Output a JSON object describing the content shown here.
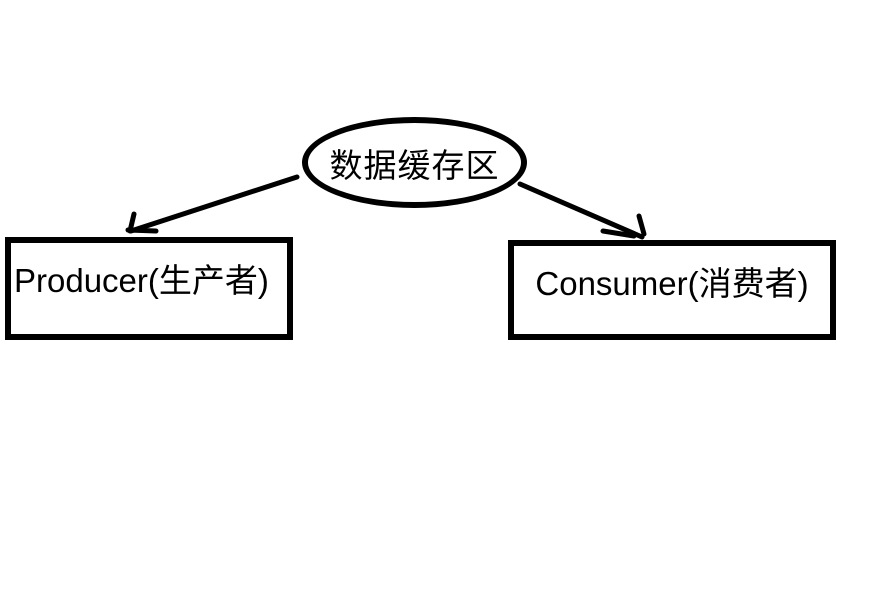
{
  "nodes": {
    "buffer": {
      "label": "数据缓存区",
      "shape": "ellipse"
    },
    "producer": {
      "label": "Producer(生产者)",
      "shape": "rectangle"
    },
    "consumer": {
      "label": "Consumer(消费者)",
      "shape": "rectangle"
    }
  },
  "edges": [
    {
      "from": "buffer",
      "to": "producer",
      "style": "arrow"
    },
    {
      "from": "buffer",
      "to": "consumer",
      "style": "arrow"
    }
  ],
  "colors": {
    "stroke": "#000000",
    "background": "#ffffff"
  }
}
